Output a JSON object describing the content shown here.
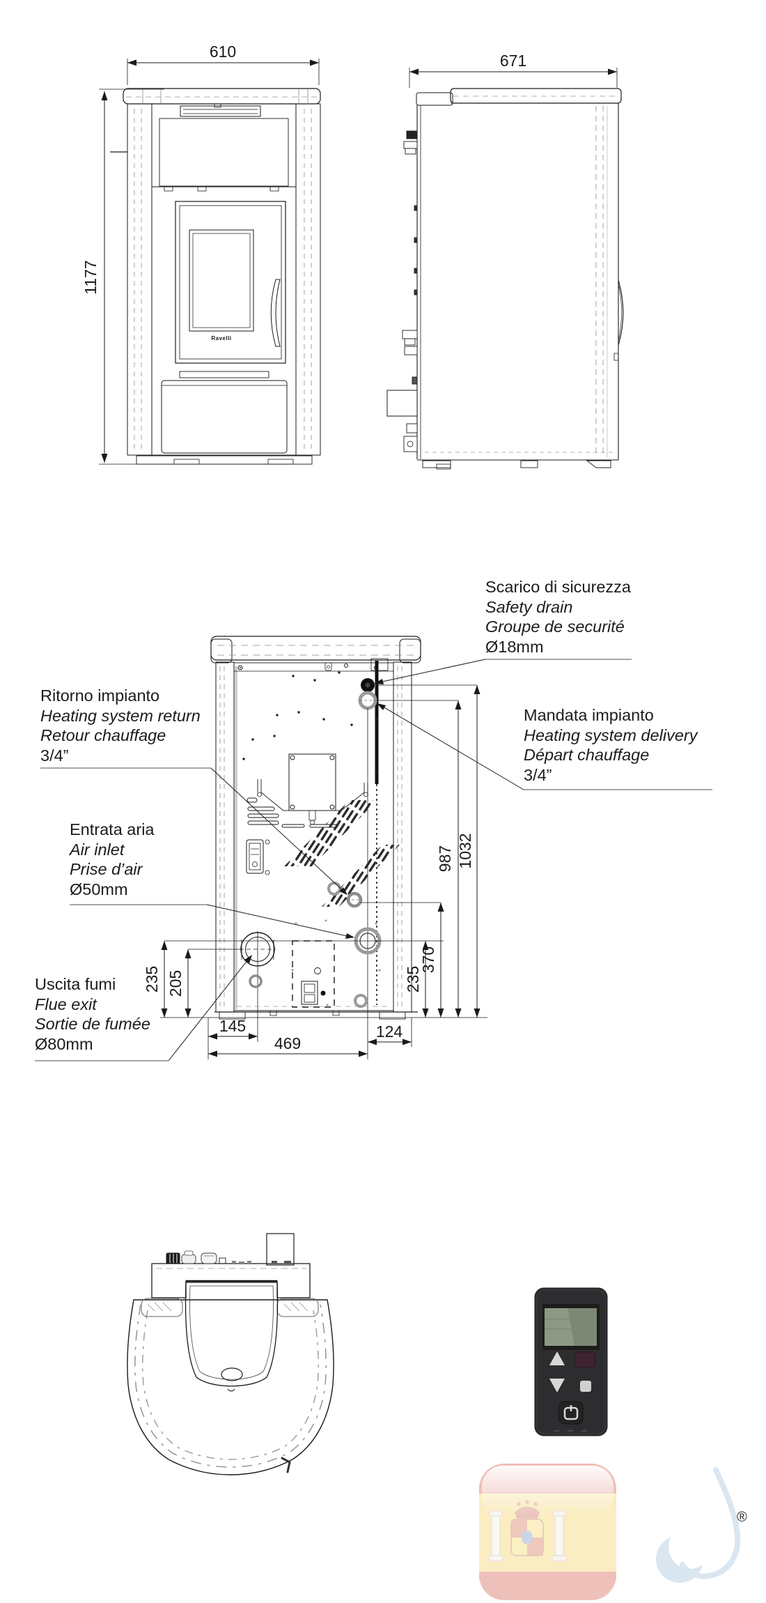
{
  "front_view": {
    "width_dim": "610",
    "height_dim": "1177",
    "brand": "Ravelli"
  },
  "side_view": {
    "depth_dim": "671"
  },
  "rear_view": {
    "dim_1032": "1032",
    "dim_987": "987",
    "dim_370": "370",
    "dim_235_right": "235",
    "dim_235_left": "235",
    "dim_205": "205",
    "dim_145": "145",
    "dim_469": "469",
    "dim_124": "124",
    "labels": {
      "scarico": {
        "lines": [
          "Scarico di sicurezza",
          "Safety drain",
          "Groupe de securité",
          "Ø18mm"
        ]
      },
      "mandata": {
        "lines": [
          "Mandata impianto",
          "Heating system delivery",
          "Départ chauffage",
          "3/4”"
        ]
      },
      "ritorno": {
        "lines": [
          "Ritorno impianto",
          "Heating system return",
          "Retour chauffage",
          "3/4”"
        ]
      },
      "entrata": {
        "lines": [
          "Entrata aria",
          "Air inlet",
          "Prise d’air",
          "Ø50mm"
        ]
      },
      "uscita": {
        "lines": [
          "Uscita fumi",
          "Flue exit",
          "Sortie de fumée",
          "Ø80mm"
        ]
      }
    }
  },
  "drop_logo": {
    "registered": "®"
  },
  "colors": {
    "line": "#1a1a1a",
    "leader_gray": "#8a8a8a",
    "flag_red": "#c8311f",
    "flag_yellow": "#f2c437",
    "drop_blue": "#d9e5f0"
  }
}
